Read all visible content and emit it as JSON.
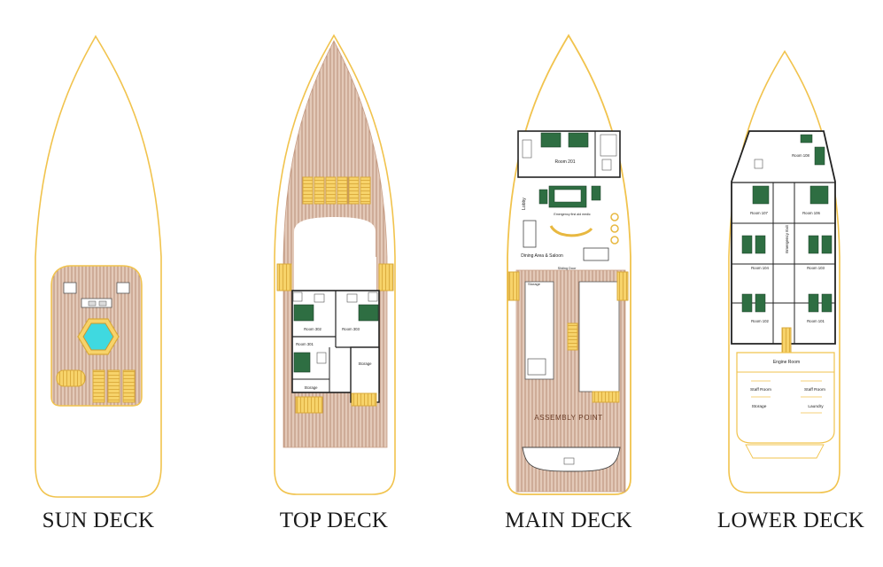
{
  "decks": [
    {
      "id": "sun",
      "label": "SUN DECK"
    },
    {
      "id": "top",
      "label": "TOP DECK"
    },
    {
      "id": "main",
      "label": "MAIN DECK"
    },
    {
      "id": "lower",
      "label": "LOWER DECK"
    }
  ],
  "top_deck": {
    "rooms": [
      "Room 302",
      "Room 303",
      "Room 301"
    ],
    "storage_labels": [
      "Storage",
      "Storage"
    ]
  },
  "main_deck": {
    "room": "Room 201",
    "lobby": "Lobby",
    "emergency": "Emergency first aid medic",
    "dining": "Dining Area & Saloon",
    "sliding_door": "Sliding Door",
    "storage": "Storage",
    "assembly": "ASSEMBLY POINT"
  },
  "lower_deck": {
    "rooms": [
      "Room 108",
      "Room 107",
      "Room 106",
      "Room 104",
      "Room 103",
      "Room 102",
      "Room 101"
    ],
    "emergency_exit": "Emergency Exit",
    "engine_room": "Engine Room",
    "staff_rooms": [
      "Staff Room",
      "Staff Room"
    ],
    "storage": "Storage",
    "laundry": "Laundry"
  },
  "colors": {
    "hull": "#f1c34d",
    "deck_wood": "#c9a088",
    "furniture": "#2e6e42",
    "stairs": "#f6cf5c",
    "pool": "#3fd9e0"
  }
}
